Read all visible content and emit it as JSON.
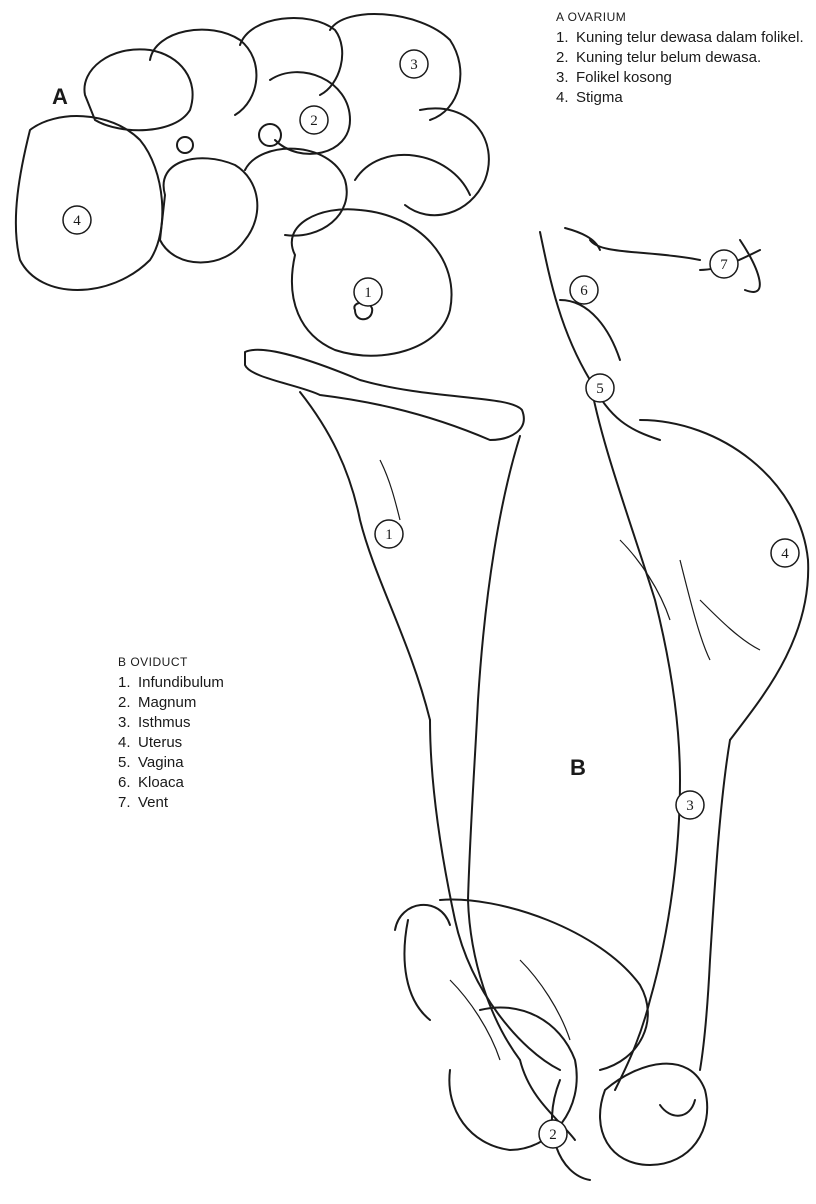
{
  "section_a": {
    "letter": "A",
    "heading": "A OVARIUM",
    "items": [
      {
        "num": "1.",
        "label": "Kuning telur dewasa dalam folikel."
      },
      {
        "num": "2.",
        "label": "Kuning telur belum dewasa."
      },
      {
        "num": "3.",
        "label": "Folikel kosong"
      },
      {
        "num": "4.",
        "label": "Stigma"
      }
    ],
    "callouts": [
      "1",
      "2",
      "3",
      "4"
    ]
  },
  "section_b": {
    "letter": "B",
    "heading": "B OVIDUCT",
    "items": [
      {
        "num": "1.",
        "label": "Infundibulum"
      },
      {
        "num": "2.",
        "label": "Magnum"
      },
      {
        "num": "3.",
        "label": "Isthmus"
      },
      {
        "num": "4.",
        "label": "Uterus"
      },
      {
        "num": "5.",
        "label": "Vagina"
      },
      {
        "num": "6.",
        "label": "Kloaca"
      },
      {
        "num": "7.",
        "label": "Vent"
      }
    ],
    "callouts": [
      "1",
      "2",
      "3",
      "4",
      "5",
      "6",
      "7"
    ]
  },
  "colors": {
    "ink": "#1a1a1a",
    "paper": "#ffffff"
  }
}
